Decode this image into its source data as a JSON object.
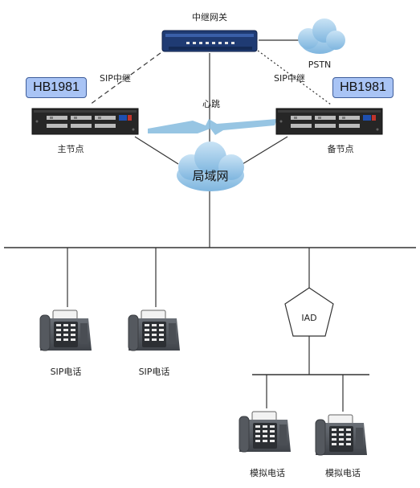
{
  "gateway": {
    "label": "中继网关"
  },
  "pstn": {
    "label": "PSTN"
  },
  "links": {
    "sip_trunk_left": "SIP中继",
    "sip_trunk_right": "SIP中继",
    "heartbeat": "心跳"
  },
  "primary_node": {
    "badge": "HB1981",
    "label": "主节点"
  },
  "backup_node": {
    "badge": "HB1981",
    "label": "备节点"
  },
  "lan": {
    "label": "局域网"
  },
  "iad": {
    "label": "IAD"
  },
  "phones": {
    "sip_1": "SIP电话",
    "sip_2": "SIP电话",
    "analog_1": "模拟电话",
    "analog_2": "模拟电话"
  },
  "colors": {
    "badge_fill": "#a9c4f5",
    "cloud_fill": "#9cc8e8",
    "heartbeat_arrow": "#8cbfe0",
    "device_body": "#2a2a2a",
    "gateway_body": "#1f3b73"
  }
}
